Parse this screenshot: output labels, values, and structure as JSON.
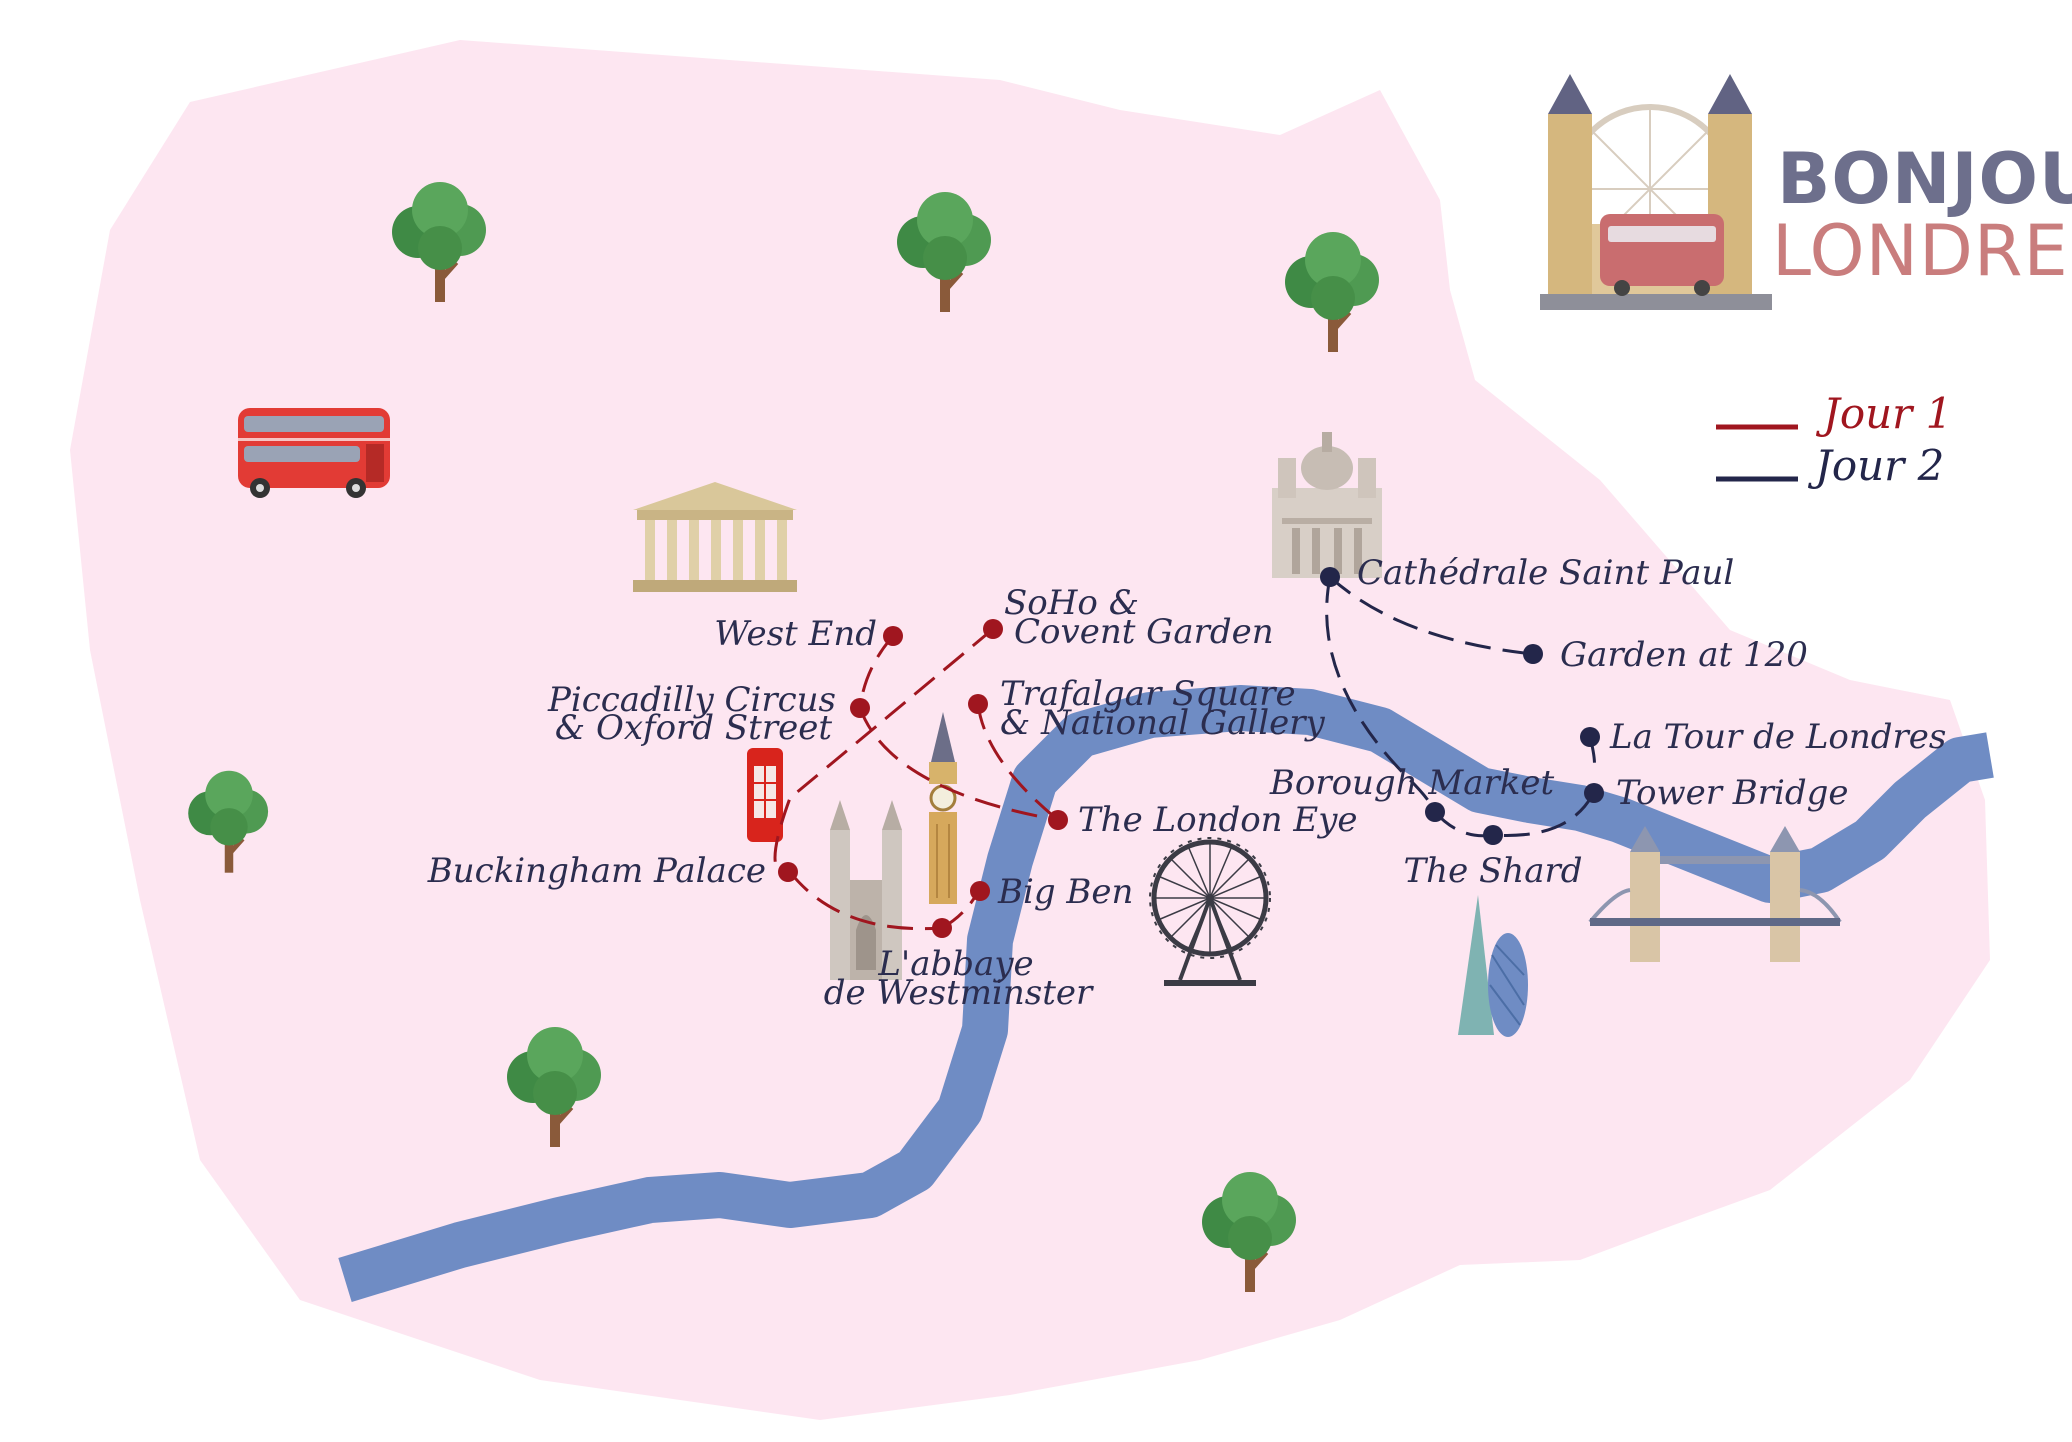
{
  "logo": {
    "line1": "BONJOUR",
    "line2": "LONDRES"
  },
  "legend": [
    {
      "label": "Jour 1",
      "color": "#a0161f"
    },
    {
      "label": "Jour 2",
      "color": "#23264a"
    }
  ],
  "day1": {
    "color": "#a0161f",
    "stops": {
      "west_end": "West End",
      "soho_1": "SoHo &",
      "soho_2": "Covent Garden",
      "piccadilly_1": "Piccadilly Circus",
      "piccadilly_2": "& Oxford Street",
      "trafalgar_1": "Trafalgar Square",
      "trafalgar_2": "& National Gallery",
      "london_eye": "The London Eye",
      "buckingham": "Buckingham Palace",
      "big_ben": "Big Ben",
      "westminster_1": "L'abbaye",
      "westminster_2": "de Westminster"
    }
  },
  "day2": {
    "color": "#23264a",
    "stops": {
      "saint_paul": "Cathédrale Saint Paul",
      "garden120": "Garden at 120",
      "tour_londres": "La Tour de Londres",
      "borough": "Borough Market",
      "tower_bridge": "Tower Bridge",
      "shard": "The Shard"
    }
  },
  "colors": {
    "land": "#fde6f1",
    "river": "#6f8cc4",
    "tree_leaf": "#4f9a52",
    "bus_red": "#e23b35"
  }
}
